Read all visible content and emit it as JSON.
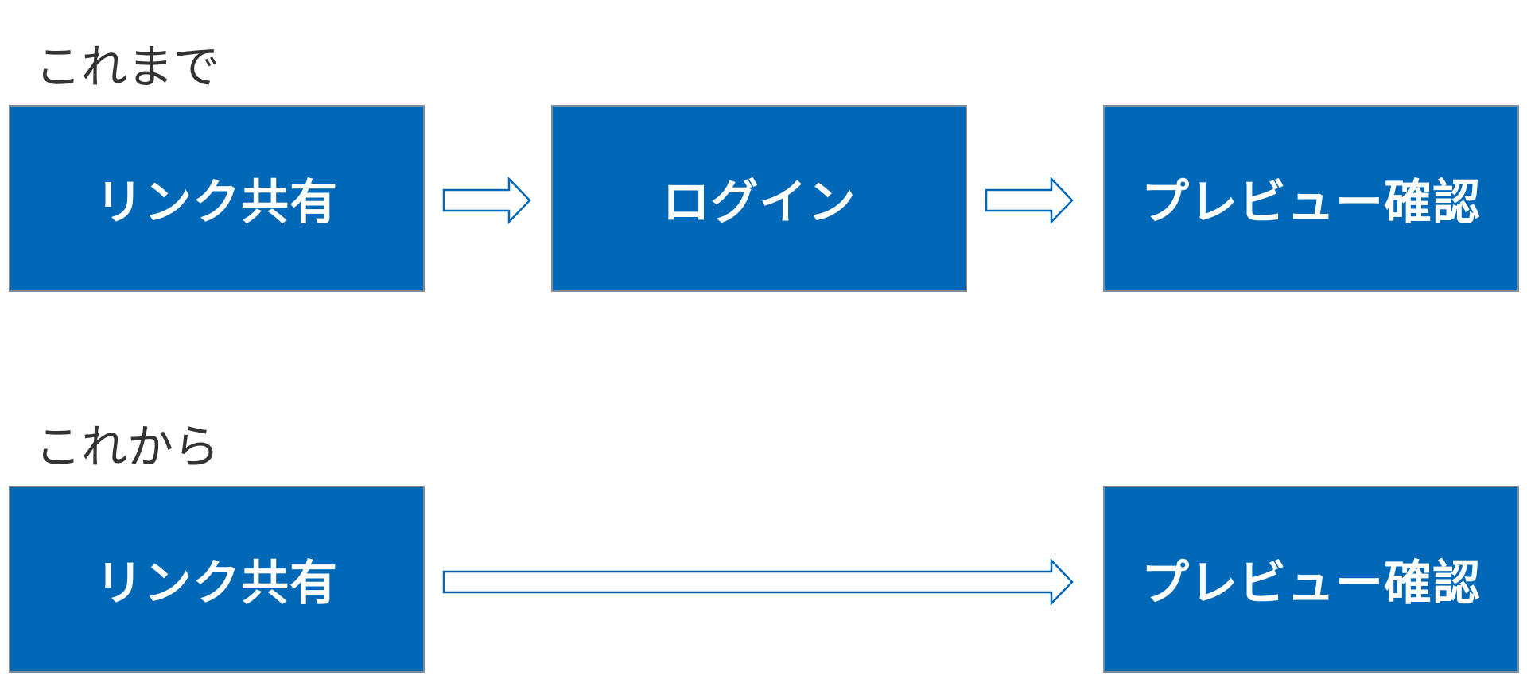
{
  "colors": {
    "box_fill": "#0068b7",
    "box_border": "#7f8c99",
    "box_text": "#ffffff",
    "label_text": "#333333",
    "arrow_stroke": "#0068b7"
  },
  "sections": [
    {
      "label": "これまで",
      "steps": [
        "リンク共有",
        "ログイン",
        "プレビュー確認"
      ]
    },
    {
      "label": "これから",
      "steps": [
        "リンク共有",
        "プレビュー確認"
      ]
    }
  ]
}
